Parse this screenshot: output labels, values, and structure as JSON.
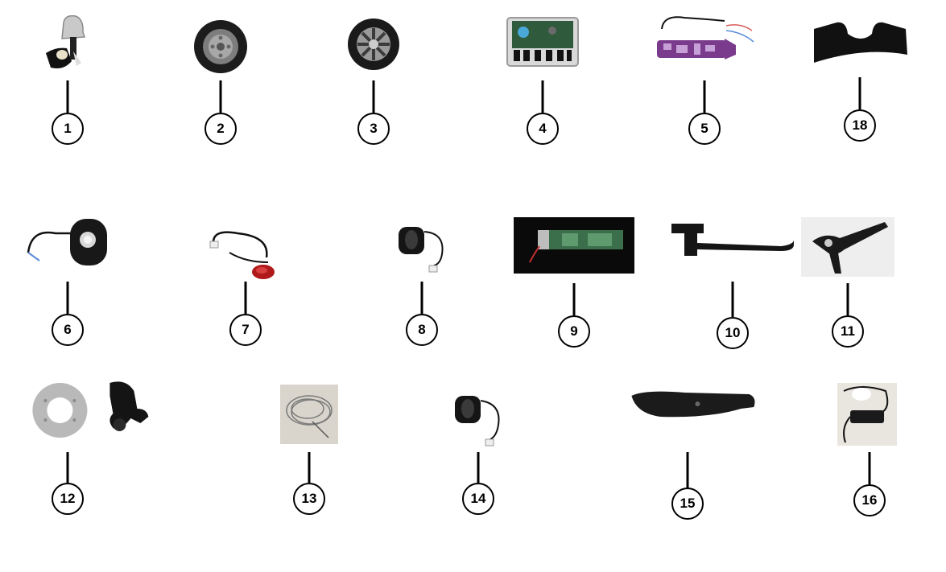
{
  "parts": [
    {
      "label": "1",
      "icon": "bell-icon"
    },
    {
      "label": "2",
      "icon": "rear-wheel-icon"
    },
    {
      "label": "3",
      "icon": "front-wheel-icon"
    },
    {
      "label": "4",
      "icon": "controller-board-icon"
    },
    {
      "label": "5",
      "icon": "dashboard-pcb-icon"
    },
    {
      "label": "18",
      "icon": "rubber-pad-icon"
    },
    {
      "label": "6",
      "icon": "headlight-icon"
    },
    {
      "label": "7",
      "icon": "taillight-icon"
    },
    {
      "label": "8",
      "icon": "throttle-icon"
    },
    {
      "label": "9",
      "icon": "battery-bms-icon"
    },
    {
      "label": "10",
      "icon": "kickstand-icon"
    },
    {
      "label": "11",
      "icon": "brake-lever-icon"
    },
    {
      "label": "12",
      "icon": "disc-brake-caliper-icon"
    },
    {
      "label": "13",
      "icon": "brake-cable-icon"
    },
    {
      "label": "14",
      "icon": "brake-handle-sensor-icon"
    },
    {
      "label": "15",
      "icon": "rear-fender-icon"
    },
    {
      "label": "16",
      "icon": "charger-icon"
    }
  ],
  "colors": {
    "line": "#000000",
    "circle_fill": "#ffffff",
    "pcb_green": "#3b6e4a",
    "pcb_purple": "#7a3b8c",
    "taillight_red": "#b01a1a"
  }
}
